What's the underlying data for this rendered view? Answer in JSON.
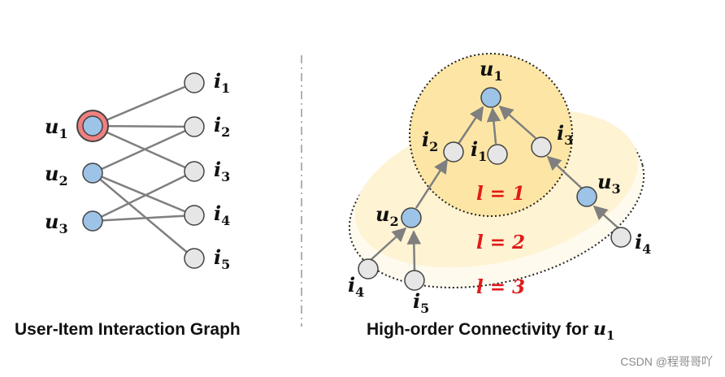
{
  "left_panel": {
    "caption": "User-Item Interaction Graph",
    "users": [
      {
        "base": "u",
        "sub": "1"
      },
      {
        "base": "u",
        "sub": "2"
      },
      {
        "base": "u",
        "sub": "3"
      }
    ],
    "items": [
      {
        "base": "i",
        "sub": "1"
      },
      {
        "base": "i",
        "sub": "2"
      },
      {
        "base": "i",
        "sub": "3"
      },
      {
        "base": "i",
        "sub": "4"
      },
      {
        "base": "i",
        "sub": "5"
      }
    ]
  },
  "right_panel": {
    "caption_text": "High-order Connectivity for ",
    "caption_var": {
      "base": "u",
      "sub": "1"
    },
    "layers": [
      {
        "label": "l = 1"
      },
      {
        "label": "l = 2"
      },
      {
        "label": "l = 3"
      }
    ],
    "nodes": {
      "u1": {
        "base": "u",
        "sub": "1"
      },
      "i2": {
        "base": "i",
        "sub": "2"
      },
      "i1": {
        "base": "i",
        "sub": "1"
      },
      "i3": {
        "base": "i",
        "sub": "3"
      },
      "u2": {
        "base": "u",
        "sub": "2"
      },
      "u3": {
        "base": "u",
        "sub": "3"
      },
      "i4a": {
        "base": "i",
        "sub": "4"
      },
      "i5": {
        "base": "i",
        "sub": "5"
      },
      "i4b": {
        "base": "i",
        "sub": "4"
      }
    }
  },
  "watermark": "CSDN @程哥哥吖",
  "colors": {
    "user_fill": "#9dc3e6",
    "item_fill": "#e6e6e6",
    "highlight_ring": "#f08080",
    "edge": "#7f7f7f",
    "layer1_fill": "#fde6a5",
    "layer2_fill": "#fef3d2",
    "layer3_fill": "#fffaee",
    "layer_label": "#e11b1b"
  }
}
